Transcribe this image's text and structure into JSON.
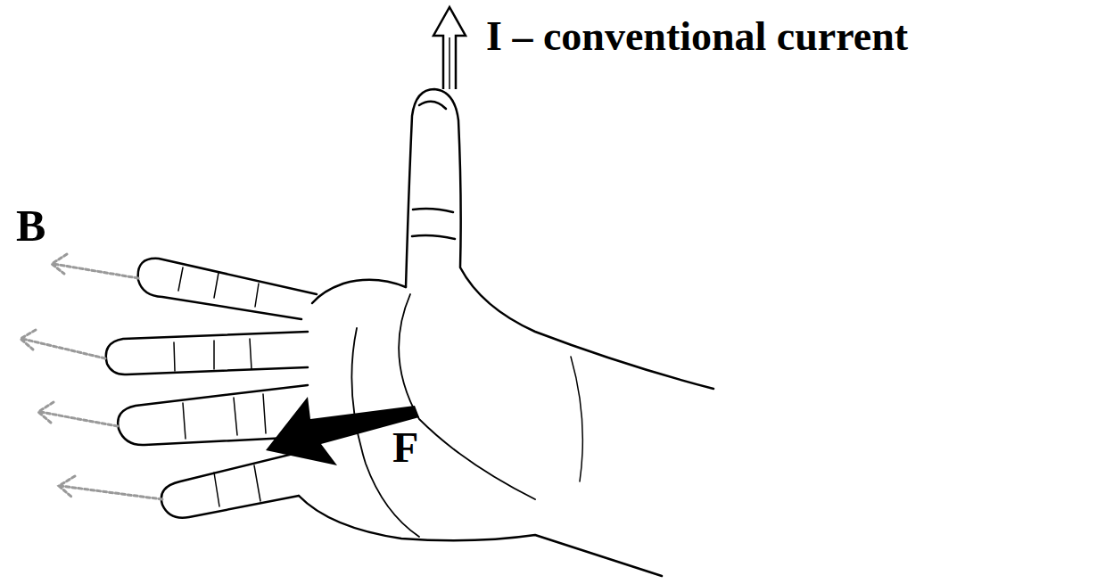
{
  "diagram": {
    "labels": [
      "I – conventional current",
      "B",
      "F"
    ]
  }
}
